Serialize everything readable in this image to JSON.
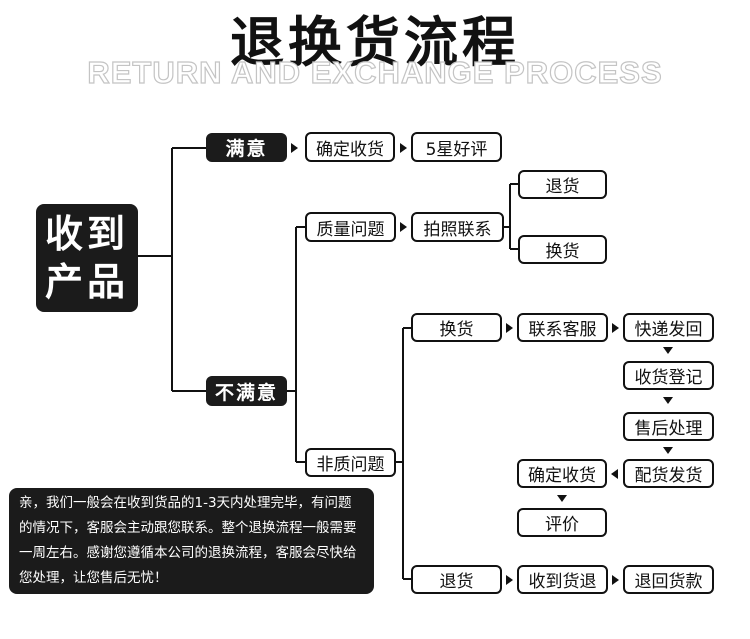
{
  "title": "退换货流程",
  "subtitle": "RETURN AND EXCHANGE PROCESS",
  "start": "收到\n产品",
  "nodes": {
    "satisfied": "满意",
    "confirm_receipt_1": "确定收货",
    "five_star": "5星好评",
    "quality_issue": "质量问题",
    "photo_contact": "拍照联系",
    "return_1": "退货",
    "exchange_1": "换货",
    "unsatisfied": "不满意",
    "exchange_2": "换货",
    "contact_service": "联系客服",
    "express_back": "快递发回",
    "receipt_register": "收货登记",
    "after_sale": "售后处理",
    "ship_goods": "配货发货",
    "confirm_receipt_2": "确定收货",
    "review": "评价",
    "non_quality_issue": "非质问题",
    "return_2": "退货",
    "received_return": "收到货退",
    "refund": "退回货款"
  },
  "note": "亲，我们一般会在收到货品的1-3天内处理完毕，有问题的情况下，客服会主动跟您联系。整个退换流程一般需要一周左右。感谢您遵循本公司的退换流程，客服会尽快给您处理，让您售后无忧！"
}
